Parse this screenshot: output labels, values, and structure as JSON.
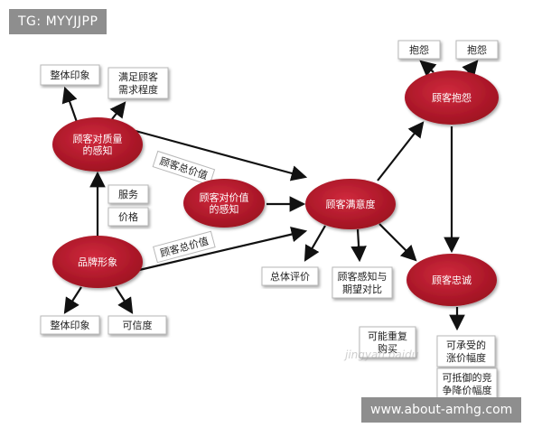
{
  "overlay": {
    "tag": "TG: MYYJJPP",
    "watermark": "www.about-amhg.com",
    "mid_watermark": "jingyan.baidu"
  },
  "colors": {
    "node_fill": "#b0172a",
    "node_text": "#ffffff",
    "box_fill": "#ffffff",
    "box_border": "#b8b8b8",
    "arrow": "#111111"
  },
  "nodes": [
    {
      "id": "quality",
      "text": [
        "顾客对质量",
        "的感知"
      ]
    },
    {
      "id": "value",
      "text": [
        "顾客对价值",
        "的感知"
      ]
    },
    {
      "id": "satisfaction",
      "text": [
        "顾客满意度"
      ]
    },
    {
      "id": "complaint",
      "text": [
        "顾客抱怨"
      ]
    },
    {
      "id": "loyalty",
      "text": [
        "顾客忠诚"
      ]
    },
    {
      "id": "brand",
      "text": [
        "品牌形象"
      ]
    }
  ],
  "boxes": [
    {
      "id": "overall-impression-top",
      "text": [
        "整体印象"
      ]
    },
    {
      "id": "meet-needs",
      "text": [
        "满足顾客",
        "需求程度"
      ]
    },
    {
      "id": "service",
      "text": [
        "服务"
      ]
    },
    {
      "id": "price",
      "text": [
        "价格"
      ]
    },
    {
      "id": "complaint-1",
      "text": [
        "抱怨"
      ]
    },
    {
      "id": "complaint-2",
      "text": [
        "抱怨"
      ]
    },
    {
      "id": "overall-eval",
      "text": [
        "总体评价"
      ]
    },
    {
      "id": "perception-vs-expectation",
      "text": [
        "顾客感知与",
        "期望对比"
      ]
    },
    {
      "id": "overall-impression-bottom",
      "text": [
        "整体印象"
      ]
    },
    {
      "id": "credibility",
      "text": [
        "可信度"
      ]
    },
    {
      "id": "repurchase",
      "text": [
        "可能重复",
        "购买"
      ]
    },
    {
      "id": "price-increase",
      "text": [
        "可承受的",
        "涨价幅度"
      ]
    },
    {
      "id": "price-cut",
      "text": [
        "可抵御的竞",
        "争降价幅度"
      ]
    }
  ],
  "edge_labels": [
    {
      "id": "total-value-1",
      "text": "顾客总价值"
    },
    {
      "id": "total-value-2",
      "text": "顾客总价值"
    }
  ]
}
